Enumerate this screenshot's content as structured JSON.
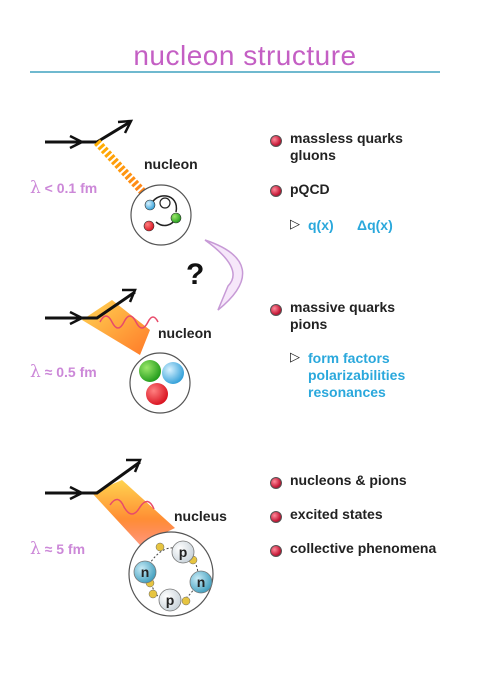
{
  "title": "nucleon structure",
  "panels": [
    {
      "target_label": "nucleon",
      "wavelength": {
        "symbol": "λ",
        "text": "< 0.1 fm"
      },
      "bullets": [
        "massless quarks\ngluons",
        "pQCD"
      ],
      "sub_items": [
        "q(x)",
        "Δq(x)"
      ]
    },
    {
      "target_label": "nucleon",
      "wavelength": {
        "symbol": "λ",
        "text": "≈ 0.5 fm"
      },
      "bullets": [
        "massive quarks\npions"
      ],
      "sub_items": [
        "form factors",
        "polarizabilities",
        "resonances"
      ]
    },
    {
      "target_label": "nucleus",
      "wavelength": {
        "symbol": "λ",
        "text": "≈ 5 fm"
      },
      "bullets": [
        "nucleons & pions",
        "excited states",
        "collective phenomena"
      ],
      "nucleons": [
        "p",
        "n",
        "n",
        "p"
      ]
    }
  ],
  "question_mark": "?",
  "colors": {
    "title": "#c45fc4",
    "accent": "#2aa8dc",
    "bullet": "#c81e3c",
    "lambda": "#cc88d8"
  }
}
